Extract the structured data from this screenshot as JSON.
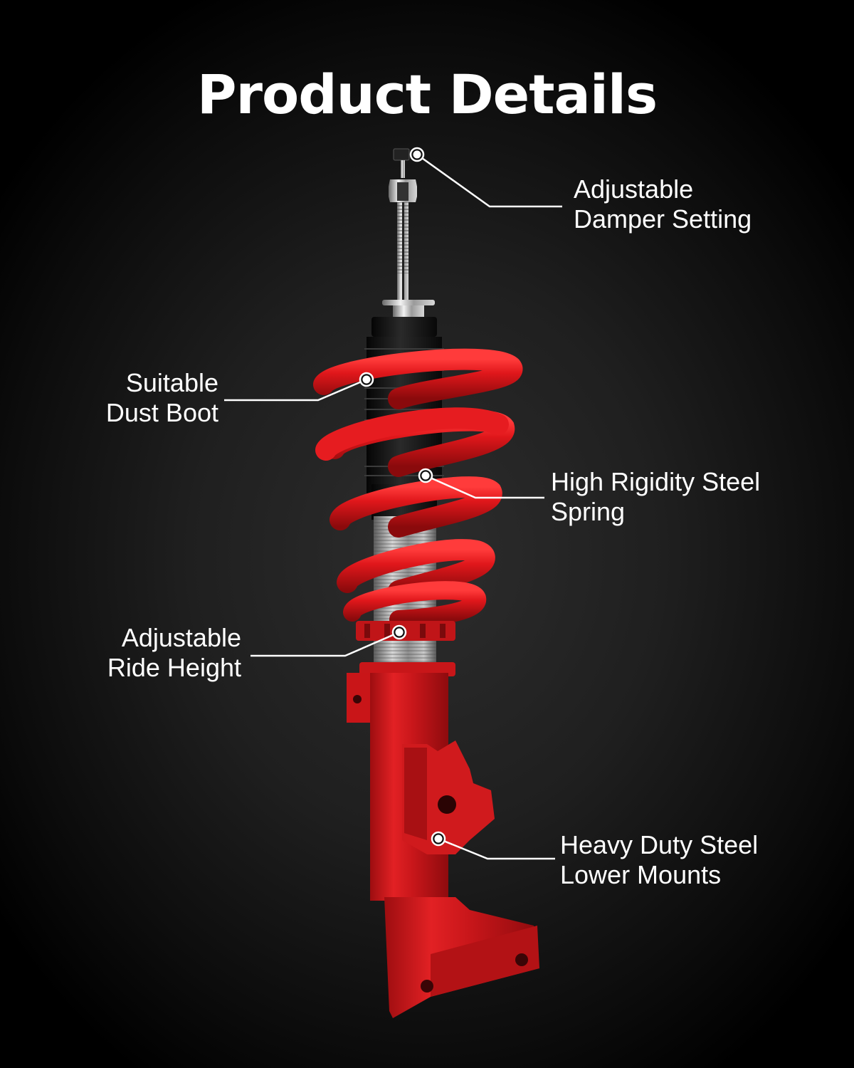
{
  "header": {
    "title": "Product Details"
  },
  "colors": {
    "background_center": "#2d2d2d",
    "background_edge": "#000000",
    "spring_red": "#d81418",
    "body_red": "#d11a1c",
    "boot_black": "#141414",
    "thread_silver": "#a9a9a9",
    "text": "#ffffff"
  },
  "product": {
    "name": "Coilover shock absorber strut",
    "image_semantic": "red-coilover-strut-illustration"
  },
  "callouts": [
    {
      "id": "damper",
      "line1": "Adjustable",
      "line2": "Damper Setting"
    },
    {
      "id": "boot",
      "line1": "Suitable",
      "line2": "Dust Boot"
    },
    {
      "id": "spring",
      "line1": "High Rigidity Steel",
      "line2": "Spring"
    },
    {
      "id": "ride",
      "line1": "Adjustable",
      "line2": "Ride Height"
    },
    {
      "id": "mounts",
      "line1": "Heavy Duty Steel",
      "line2": "Lower Mounts"
    }
  ]
}
